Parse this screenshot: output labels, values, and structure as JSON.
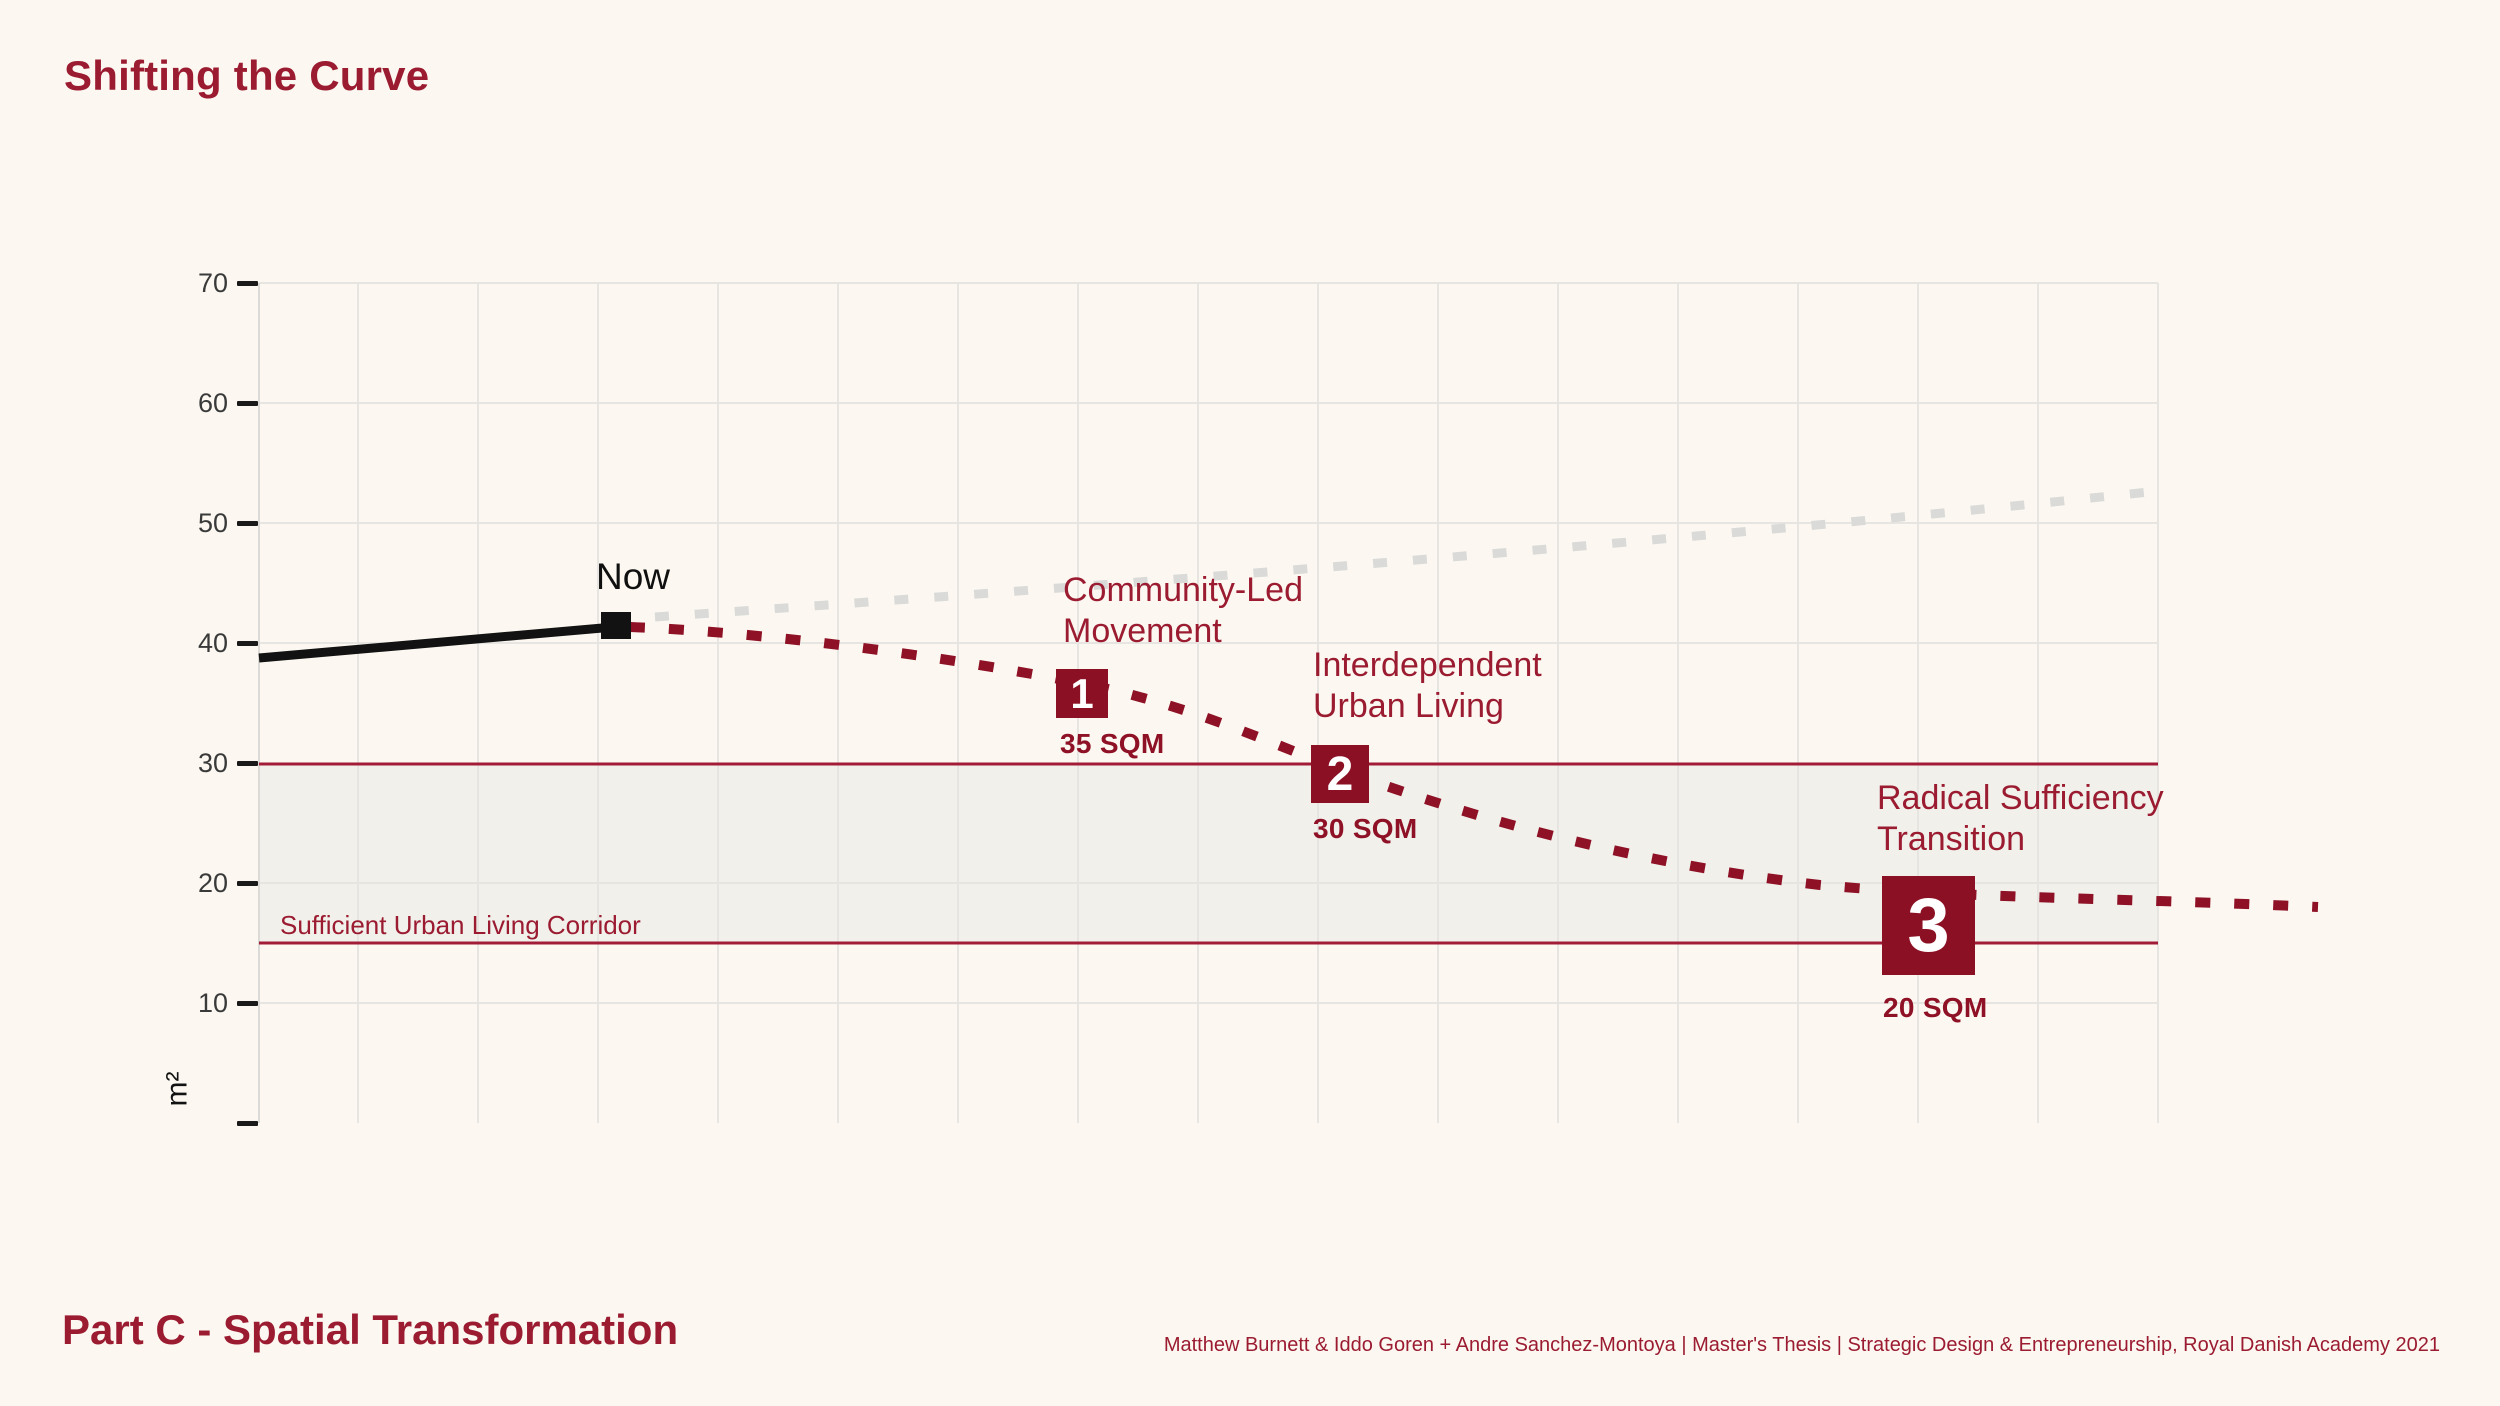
{
  "header": {
    "title": "Shifting the Curve"
  },
  "footer": {
    "section": "Part C - Spatial Transformation",
    "credit": "Matthew Burnett & Iddo Goren +  Andre Sanchez-Montoya | Master's Thesis | Strategic Design & Entrepreneurship, Royal Danish Academy 2021"
  },
  "colors": {
    "background": "#FCF8F1",
    "maroon_text": "#9B1B31",
    "milestone_square": "#8B1023",
    "pathway_dotted": "#8E1126",
    "corridor_line": "#A21C38",
    "corridor_fill": "#F1F0EB",
    "bau_dotted": "#DADAD8",
    "current_line": "#121212",
    "gridline": "#E6E5E1"
  },
  "chart_data": {
    "type": "line",
    "title": "Shifting the Curve",
    "xlabel": "",
    "ylabel": "m²",
    "ylim": [
      0,
      70
    ],
    "yticks": [
      70,
      60,
      50,
      40,
      30,
      20,
      10
    ],
    "ytick_labels": [
      "70",
      "60",
      "50",
      "40",
      "30",
      "20",
      "10"
    ],
    "grid": true,
    "legend": false,
    "now_annotation": "Now",
    "series": [
      {
        "name": "current-trajectory",
        "style": "solid-black",
        "x_fraction": [
          0.0,
          0.19
        ],
        "y_sqm": [
          38.5,
          41.5
        ]
      },
      {
        "name": "business-as-usual",
        "style": "dotted-gray",
        "x_fraction": [
          0.21,
          1.0
        ],
        "y_sqm": [
          41.8,
          52.5
        ]
      },
      {
        "name": "sufficiency-pathway",
        "style": "dotted-darkred",
        "x_fraction": [
          0.19,
          0.3,
          0.44,
          0.57,
          0.72,
          0.88,
          1.08
        ],
        "y_sqm": [
          41.5,
          40.0,
          36.5,
          30.0,
          24.0,
          20.3,
          18.5
        ]
      }
    ],
    "milestones": [
      {
        "number": "1",
        "label_line1": "Community-Led",
        "label_line2": "Movement",
        "sqm_label": "35 SQM",
        "value_sqm": 35
      },
      {
        "number": "2",
        "label_line1": "Interdependent",
        "label_line2": "Urban Living",
        "sqm_label": "30 SQM",
        "value_sqm": 30
      },
      {
        "number": "3",
        "label_line1": "Radical Sufficiency",
        "label_line2": "Transition",
        "sqm_label": "20 SQM",
        "value_sqm": 20
      }
    ],
    "corridor": {
      "label": "Sufficient Urban Living Corridor",
      "min_sqm": 15,
      "max_sqm": 30
    }
  }
}
